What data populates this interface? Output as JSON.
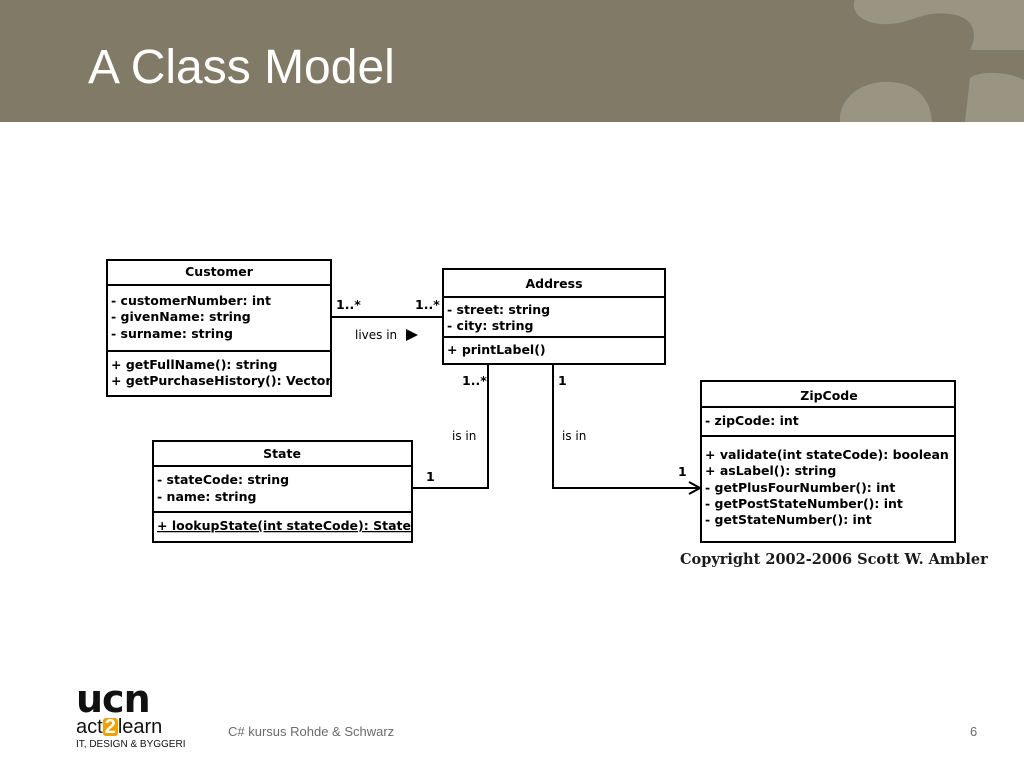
{
  "slide": {
    "title": "A Class Model",
    "footer": "C# kursus  Rohde  & Schwarz",
    "page_number": "6",
    "copyright": "Copyright 2002-2006 Scott W. Ambler"
  },
  "logo": {
    "mark": "ucn",
    "tagline_prefix": "act",
    "tagline_number": "2",
    "tagline_suffix": "learn",
    "subtitle": "IT, DESIGN & BYGGERI"
  },
  "diagram": {
    "classes": {
      "customer": {
        "name": "Customer",
        "attributes": [
          "- customerNumber: int",
          "- givenName: string",
          "- surname: string"
        ],
        "methods": [
          "+ getFullName(): string",
          "+ getPurchaseHistory(): Vector"
        ]
      },
      "address": {
        "name": "Address",
        "attributes": [
          "- street: string",
          "- city: string"
        ],
        "methods": [
          "+ printLabel()"
        ]
      },
      "state": {
        "name": "State",
        "attributes": [
          "- stateCode: string",
          "- name: string"
        ],
        "methods": [
          "+ lookupState(int stateCode): State"
        ]
      },
      "zipcode": {
        "name": "ZipCode",
        "attributes": [
          "- zipCode: int"
        ],
        "methods": [
          "+ validate(int stateCode): boolean",
          "+ asLabel(): string",
          "- getPlusFourNumber(): int",
          "- getPostStateNumber(): int",
          "- getStateNumber(): int"
        ]
      }
    },
    "associations": {
      "customer_address": {
        "label": "lives in",
        "mult_customer": "1..*",
        "mult_address": "1..*"
      },
      "address_state": {
        "label": "is in",
        "mult_address": "1..*",
        "mult_state": "1"
      },
      "address_zipcode": {
        "label": "is in",
        "mult_address": "1",
        "mult_zipcode": "1"
      }
    }
  }
}
